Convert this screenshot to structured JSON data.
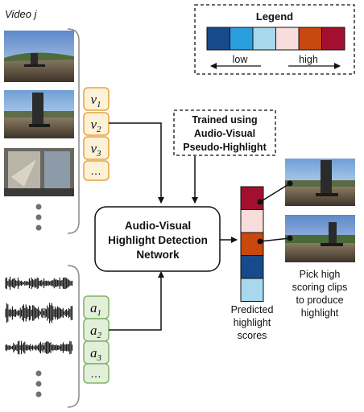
{
  "video_label": "Video j",
  "visual_tokens": {
    "letter": "v",
    "items": [
      "1",
      "2",
      "3"
    ],
    "more": "…",
    "fill": "#fdf1d8",
    "stroke": "#e8a33a"
  },
  "audio_tokens": {
    "letter": "a",
    "items": [
      "1",
      "2",
      "3"
    ],
    "more": "…",
    "fill": "#e2efd9",
    "stroke": "#7fb36a"
  },
  "network": {
    "line1": "Audio-Visual",
    "line2": "Highlight Detection",
    "line3": "Network"
  },
  "trained_box": {
    "line1": "Trained using",
    "line2": "Audio-Visual",
    "line3": "Pseudo-Highlight"
  },
  "legend": {
    "title": "Legend",
    "low_label": "low",
    "high_label": "high",
    "colors": [
      "#174a8b",
      "#2b9ede",
      "#a8d8ec",
      "#f9dcdc",
      "#c9480e",
      "#a3102f"
    ]
  },
  "scores": {
    "colors": [
      "#a3102f",
      "#f9dcdc",
      "#c9480e",
      "#174a8b",
      "#a8d8ec"
    ],
    "caption_line1": "Predicted",
    "caption_line2": "highlight",
    "caption_line3": "scores"
  },
  "pick_caption": {
    "line1": "Pick high",
    "line2": "scoring clips",
    "line3": "to produce",
    "line4": "highlight"
  }
}
